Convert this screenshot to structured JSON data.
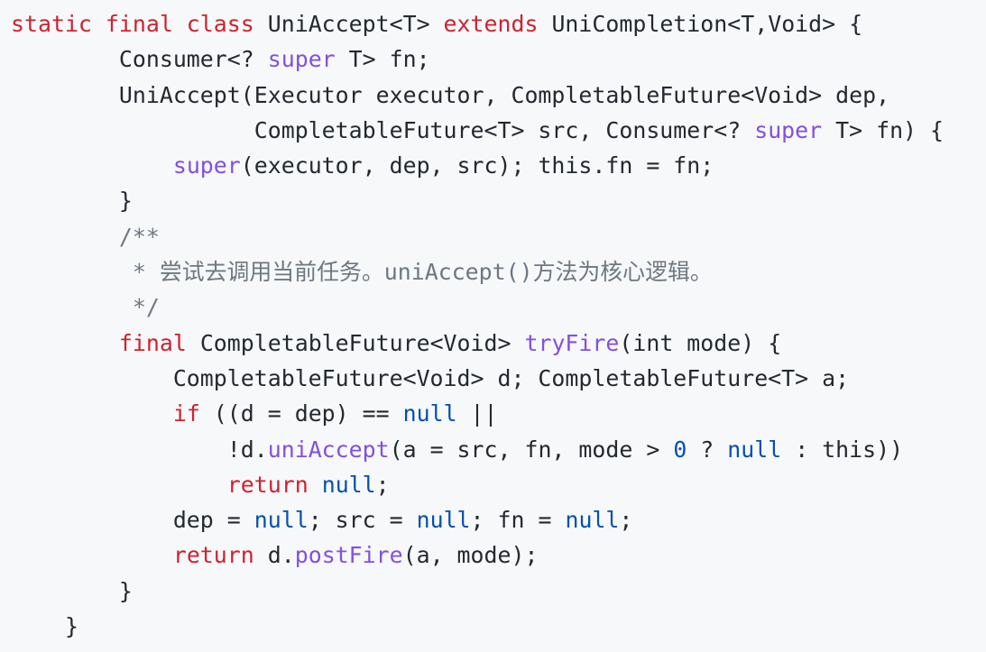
{
  "language": "Java",
  "colors": {
    "background": "#f6f8fa",
    "text": "#24292f",
    "keyword": "#cf222e",
    "function": "#8250df",
    "literal": "#0550ae",
    "comment": "#6e7781"
  },
  "lines": [
    [
      [
        "kw",
        "static final class"
      ],
      [
        "tx",
        " UniAccept<T> "
      ],
      [
        "kw",
        "extends"
      ],
      [
        "tx",
        " UniCompletion<T,Void> {"
      ]
    ],
    [
      [
        "tx",
        "        Consumer<? "
      ],
      [
        "fn",
        "super"
      ],
      [
        "tx",
        " T> fn;"
      ]
    ],
    [
      [
        "tx",
        "        UniAccept(Executor executor, CompletableFuture<Void> dep,"
      ]
    ],
    [
      [
        "tx",
        "                  CompletableFuture<T> src, Consumer<? "
      ],
      [
        "fn",
        "super"
      ],
      [
        "tx",
        " T> fn) {"
      ]
    ],
    [
      [
        "tx",
        "            "
      ],
      [
        "fn",
        "super"
      ],
      [
        "tx",
        "(executor, dep, src); this.fn = fn;"
      ]
    ],
    [
      [
        "tx",
        "        }"
      ]
    ],
    [
      [
        "cm",
        "        /**"
      ]
    ],
    [
      [
        "cm",
        "         * "
      ],
      [
        "cmcjk",
        "尝试去调用当前任务。"
      ],
      [
        "cm",
        "uniAccept()"
      ],
      [
        "cmcjk",
        "方法为核心逻辑。"
      ]
    ],
    [
      [
        "cm",
        "         */"
      ]
    ],
    [
      [
        "tx",
        "        "
      ],
      [
        "kw",
        "final"
      ],
      [
        "tx",
        " CompletableFuture<Void> "
      ],
      [
        "fn",
        "tryFire"
      ],
      [
        "tx",
        "(int mode) {"
      ]
    ],
    [
      [
        "tx",
        "            CompletableFuture<Void> d; CompletableFuture<T> a;"
      ]
    ],
    [
      [
        "tx",
        "            "
      ],
      [
        "kw",
        "if"
      ],
      [
        "tx",
        " ((d = dep) == "
      ],
      [
        "lit",
        "null"
      ],
      [
        "tx",
        " ||"
      ]
    ],
    [
      [
        "tx",
        "                !d."
      ],
      [
        "fn",
        "uniAccept"
      ],
      [
        "tx",
        "(a = src, fn, mode > "
      ],
      [
        "lit",
        "0"
      ],
      [
        "tx",
        " ? "
      ],
      [
        "lit",
        "null"
      ],
      [
        "tx",
        " : this))"
      ]
    ],
    [
      [
        "tx",
        "                "
      ],
      [
        "kw",
        "return"
      ],
      [
        "tx",
        " "
      ],
      [
        "lit",
        "null"
      ],
      [
        "tx",
        ";"
      ]
    ],
    [
      [
        "tx",
        "            dep = "
      ],
      [
        "lit",
        "null"
      ],
      [
        "tx",
        "; src = "
      ],
      [
        "lit",
        "null"
      ],
      [
        "tx",
        "; fn = "
      ],
      [
        "lit",
        "null"
      ],
      [
        "tx",
        ";"
      ]
    ],
    [
      [
        "tx",
        "            "
      ],
      [
        "kw",
        "return"
      ],
      [
        "tx",
        " d."
      ],
      [
        "fn",
        "postFire"
      ],
      [
        "tx",
        "(a, mode);"
      ]
    ],
    [
      [
        "tx",
        "        }"
      ]
    ],
    [
      [
        "tx",
        "    }"
      ]
    ]
  ]
}
